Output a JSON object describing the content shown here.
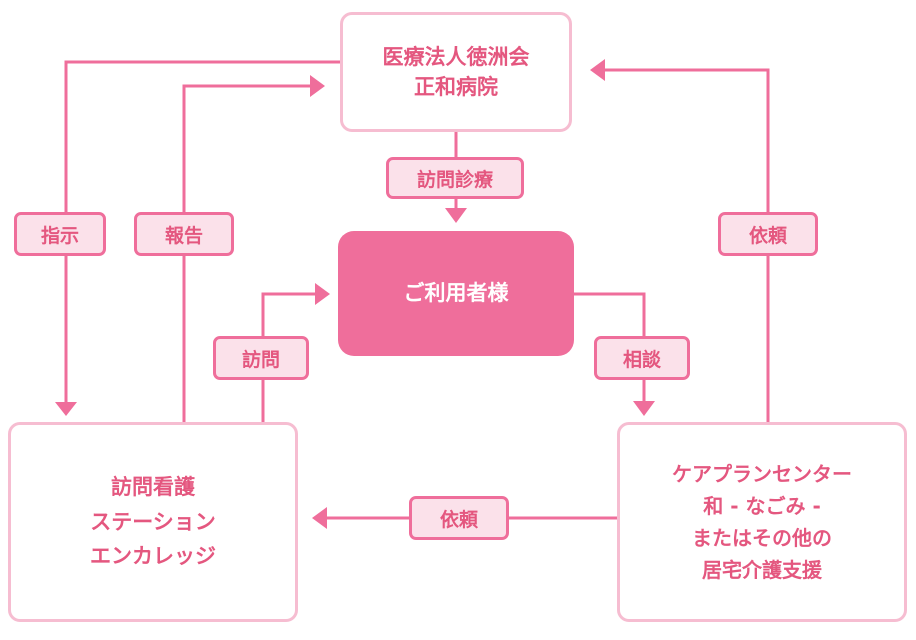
{
  "nodes": {
    "hospital": {
      "lines": [
        "医療法人徳洲会",
        "正和病院"
      ]
    },
    "user": {
      "label": "ご利用者様"
    },
    "nursing": {
      "lines": [
        "訪問看護",
        "ステーション",
        "エンカレッジ"
      ]
    },
    "care": {
      "lines": [
        "ケアプランセンター",
        "和 - なごみ -",
        "またはその他の",
        "居宅介護支援"
      ]
    }
  },
  "edges": {
    "shiji": "指示",
    "houkoku": "報告",
    "houmon_shinryou": "訪問診療",
    "houmon": "訪問",
    "soudan": "相談",
    "irai_hospital": "依頼",
    "irai_nursing": "依頼"
  },
  "colors": {
    "arrow": "#ef6e9b",
    "node_border": "#f6bdd1",
    "label_fill": "#fbe1ea",
    "text": "#e4577f",
    "user_fill": "#ef6e9b"
  }
}
